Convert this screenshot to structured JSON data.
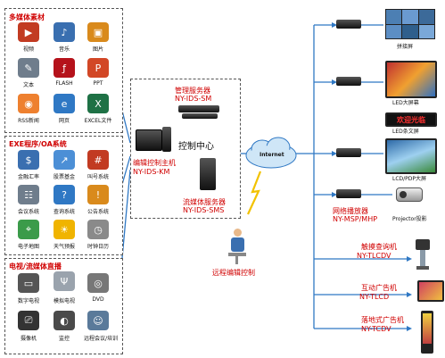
{
  "panels": {
    "multimedia": {
      "title": "多媒体素材",
      "items": [
        "视频",
        "音乐",
        "图片",
        "文本",
        "FLASH",
        "PPT",
        "RSS新闻",
        "网页",
        "EXCEL文件"
      ]
    },
    "exe_oa": {
      "title": "EXE程序/OA系统",
      "items": [
        "金融汇率",
        "股票基金",
        "叫号系统",
        "会议系统",
        "查询系统",
        "公告系统",
        "电子地图",
        "天气预报",
        "时钟日历"
      ]
    },
    "tv_stream": {
      "title": "电视/流媒体直播",
      "items": [
        "数字电视",
        "模拟电视",
        "DVD",
        "摄像机",
        "监控",
        "远程会议/培训"
      ]
    }
  },
  "center": {
    "control_center": "控制中心",
    "mgmt_server": "管理服务器",
    "mgmt_server_model": "NY-IDS-SM",
    "edit_host": "编辑控制主机",
    "edit_host_model": "NY-IDS-KM",
    "stream_server": "流媒体服务器",
    "stream_server_model": "NY-IDS-SMS",
    "internet": "Internet",
    "remote_edit": "远程编辑控制",
    "player": "网络播放器",
    "player_model": "NY-MSP/MHP"
  },
  "displays": {
    "tile_wall": "拼接屏",
    "led_big": "LED大屏幕",
    "led_strip": "LED条文屏",
    "led_strip_text": "欢迎光临",
    "lcd_pdp": "LCD/PDP大屏",
    "projector": "Projector投影"
  },
  "terminals": [
    {
      "name": "触摸查询机",
      "model": "NY-TLCDV"
    },
    {
      "name": "互动广告机",
      "model": "NY-TLCD"
    },
    {
      "name": "落地式广告机",
      "model": "NY-TCDV"
    }
  ],
  "colors": {
    "label_red": "#d00000",
    "line_blue": "#2f78c4",
    "lightning": "#f2c200"
  }
}
